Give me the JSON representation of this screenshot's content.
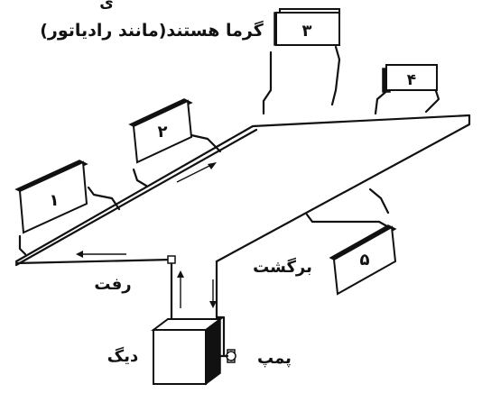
{
  "heading": {
    "line1": "گرما هستند(مانند رادیاتور)",
    "partial_top": "ی"
  },
  "radiators": [
    {
      "label": "۱"
    },
    {
      "label": "۲"
    },
    {
      "label": "۳"
    },
    {
      "label": "۴"
    },
    {
      "label": "۵"
    }
  ],
  "labels": {
    "supply": "رفت",
    "return": "برگشت",
    "boiler": "دیگ",
    "pump": "پمپ"
  }
}
